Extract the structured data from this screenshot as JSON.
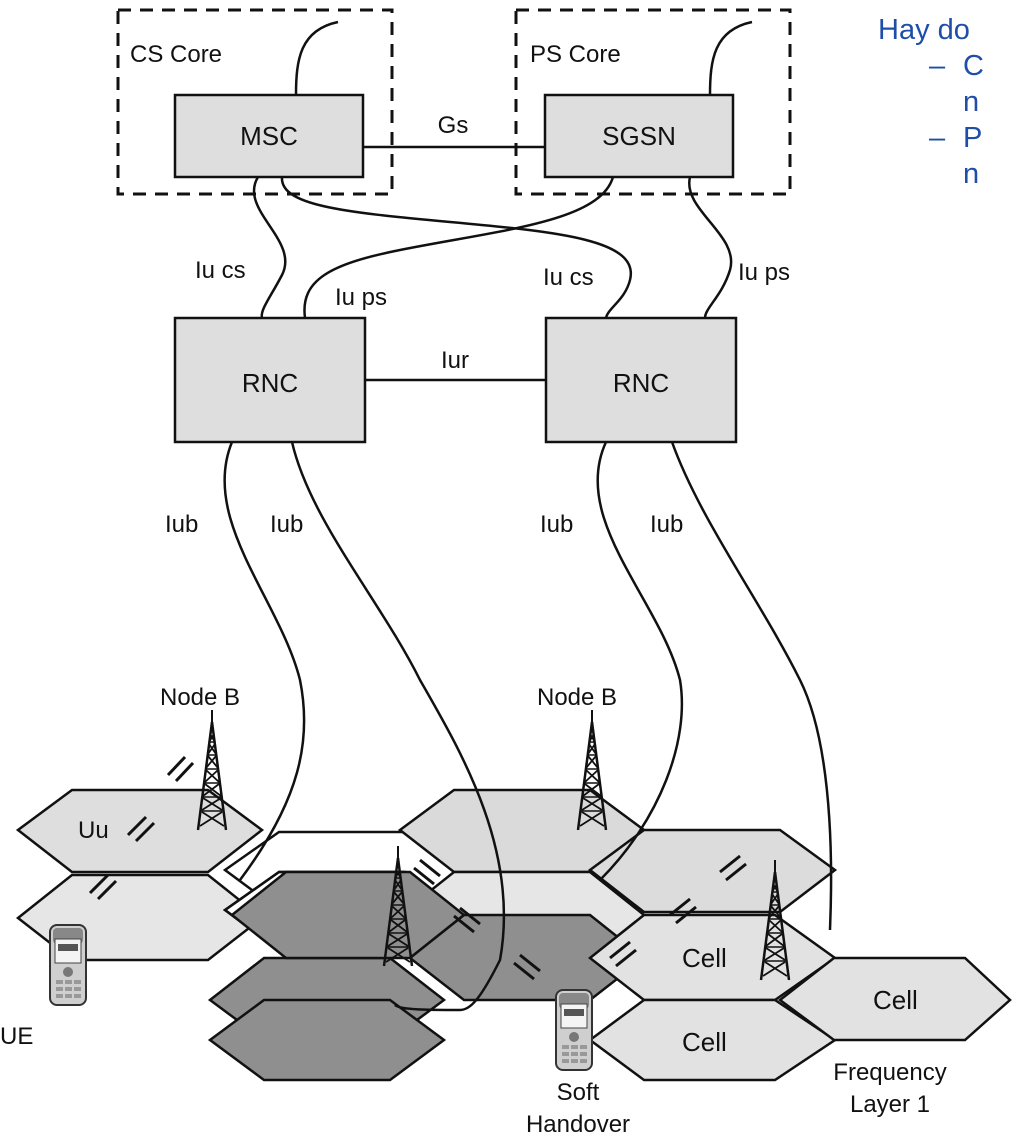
{
  "labels": {
    "cs_core": "CS Core",
    "ps_core": "PS Core",
    "msc": "MSC",
    "sgsn": "SGSN",
    "gs": "Gs",
    "iu_cs_left": "Iu cs",
    "iu_ps_left": "Iu ps",
    "iu_cs_right": "Iu cs",
    "iu_ps_right": "Iu ps",
    "rnc_left": "RNC",
    "rnc_right": "RNC",
    "iur": "Iur",
    "iub_1": "Iub",
    "iub_2": "Iub",
    "iub_3": "Iub",
    "iub_4": "Iub",
    "node_b_left": "Node B",
    "node_b_right": "Node B",
    "uu": "Uu",
    "cell_1": "Cell",
    "cell_2": "Cell",
    "cell_3": "Cell",
    "ue": "UE",
    "soft_handover_1": "Soft",
    "soft_handover_2": "Handover",
    "frequency_layer_1": "Frequency",
    "frequency_layer_2": "Layer 1"
  },
  "side_text": {
    "heading": "Hay do",
    "bullet_1_line_1": "C",
    "bullet_1_line_2": "n",
    "bullet_2_line_1": "P",
    "bullet_2_line_2": "n"
  }
}
